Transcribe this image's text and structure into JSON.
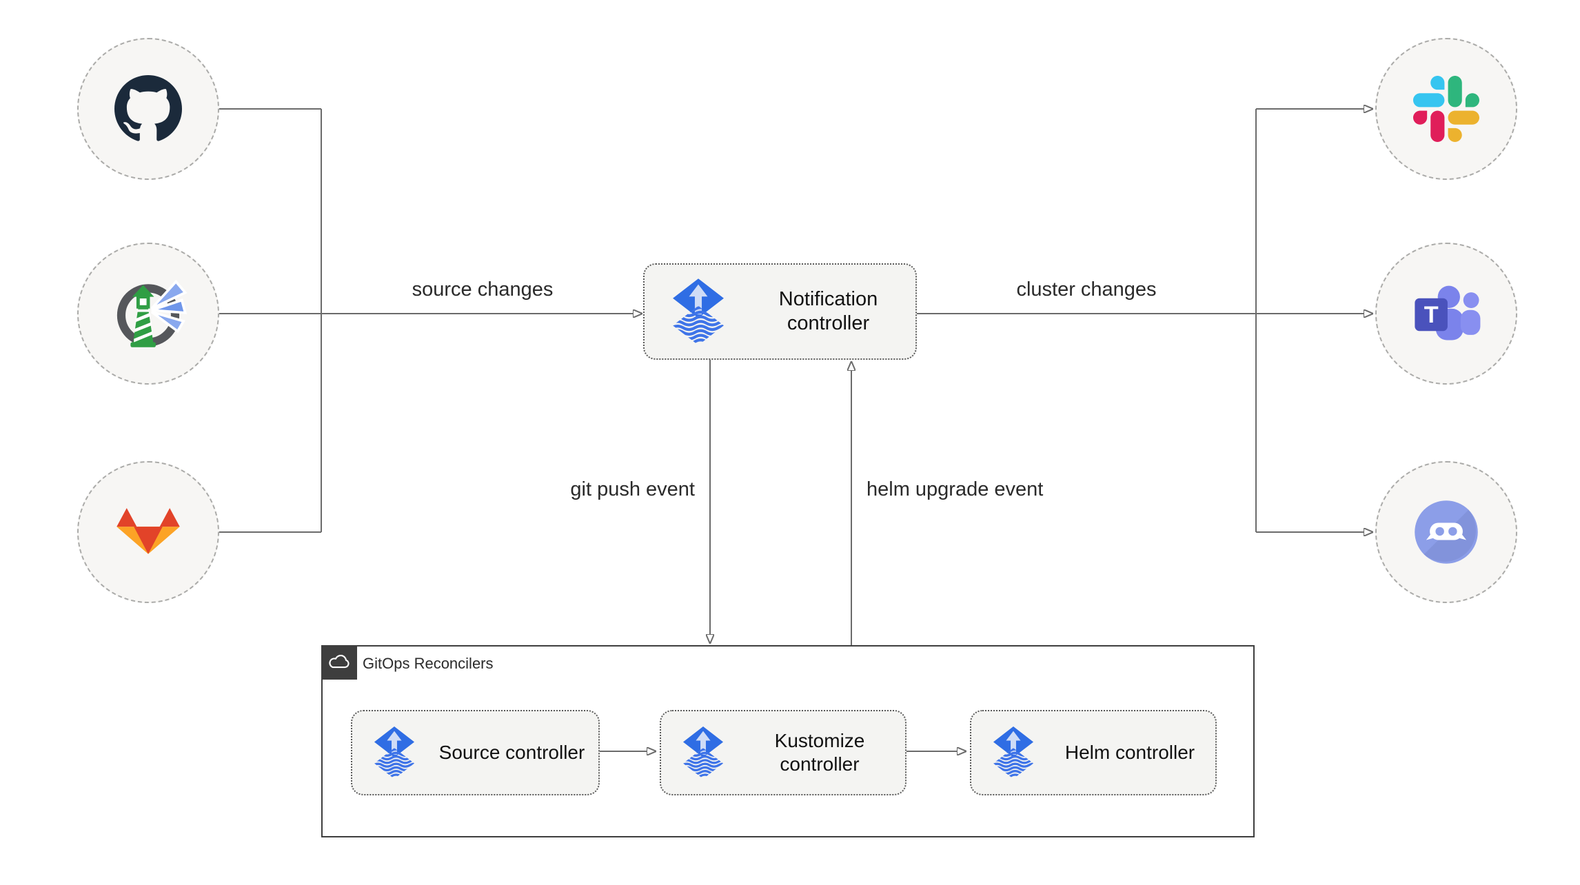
{
  "notification": {
    "label": "Notification controller",
    "icon": "flux-icon"
  },
  "edges": {
    "source_changes": "source changes",
    "cluster_changes": "cluster changes",
    "git_push_event": "git push event",
    "helm_upgrade_event": "helm upgrade event"
  },
  "reconcilers": {
    "label": "GitOps Reconcilers",
    "badge_icon": "cloud-icon",
    "items": [
      {
        "label": "Source controller",
        "icon": "flux-icon"
      },
      {
        "label": "Kustomize controller",
        "icon": "flux-icon"
      },
      {
        "label": "Helm controller",
        "icon": "flux-icon"
      }
    ]
  },
  "icons": {
    "source_icons": [
      "github-icon",
      "harbor-icon",
      "gitlab-icon"
    ],
    "target_icons": [
      "slack-icon",
      "teams-icon",
      "discord-icon"
    ],
    "teams_letter": "T"
  },
  "colors": {
    "background": "#ffffff",
    "line": "#6b6b6b",
    "node_fill": "#f7f6f4",
    "node_border": "#ababa9",
    "box_fill": "#f4f4f2",
    "box_border": "#5a5a5a",
    "container_border": "#3e3e3e",
    "flux_blue": "#2f6de4",
    "github_dark": "#1b2a3b",
    "gitlab_red": "#e24329",
    "gitlab_orange": "#fca326",
    "slack_blue": "#36c5f0",
    "slack_green": "#2eb67d",
    "slack_red": "#e01e5a",
    "slack_yellow": "#ecb22e",
    "teams_purple": "#4a52bc",
    "discord_blurple": "#8c9ee8",
    "harbor_green": "#2f9e44",
    "text": "#1c1c1c"
  }
}
